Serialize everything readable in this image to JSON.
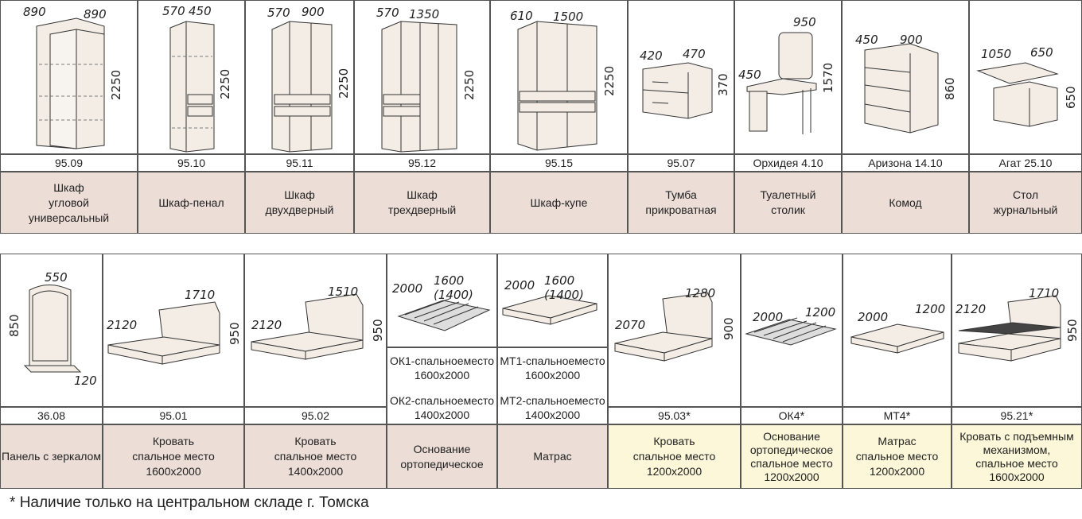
{
  "row1": [
    {
      "code": "95.09",
      "name": "Шкаф\nугловой\nуниверсальный",
      "d1": "890",
      "d2": "890",
      "h": "2250",
      "icon": "corner-wardrobe-icon"
    },
    {
      "code": "95.10",
      "name": "Шкаф-пенал",
      "d1": "570",
      "d2": "450",
      "h": "2250",
      "icon": "narrow-wardrobe-icon"
    },
    {
      "code": "95.11",
      "name": "Шкаф\nдвухдверный",
      "d1": "570",
      "d2": "900",
      "h": "2250",
      "icon": "two-door-wardrobe-icon"
    },
    {
      "code": "95.12",
      "name": "Шкаф\nтрехдверный",
      "d1": "570",
      "d2": "1350",
      "h": "2250",
      "icon": "three-door-wardrobe-icon"
    },
    {
      "code": "95.15",
      "name": "Шкаф-купе",
      "d1": "610",
      "d2": "1500",
      "h": "2250",
      "icon": "sliding-wardrobe-icon"
    },
    {
      "code": "95.07",
      "name": "Тумба\nприкроватная",
      "d1": "420",
      "d2": "470",
      "h": "370",
      "icon": "nightstand-icon"
    },
    {
      "code": "Орхидея 4.10",
      "name": "Туалетный\nстолик",
      "d1": "450",
      "d2": "950",
      "h": "1570",
      "icon": "dressing-table-icon"
    },
    {
      "code": "Аризона 14.10",
      "name": "Комод",
      "d1": "450",
      "d2": "900",
      "h": "860",
      "icon": "chest-of-drawers-icon"
    },
    {
      "code": "Агат 25.10",
      "name": "Стол\nжурнальный",
      "d1": "1050",
      "d2": "650",
      "h": "650",
      "icon": "coffee-table-icon"
    }
  ],
  "row2": {
    "mirror": {
      "code": "36.08",
      "name": "Панель с зеркалом",
      "w": "550",
      "h": "850",
      "d": "120",
      "icon": "mirror-panel-icon"
    },
    "bed1": {
      "code": "95.01",
      "name": "Кровать\nспальное место\n1600x2000",
      "l": "2120",
      "w": "1710",
      "h": "950",
      "icon": "bed-icon"
    },
    "bed2": {
      "code": "95.02",
      "name": "Кровать\nспальное место\n1400x2000",
      "l": "2120",
      "w": "1510",
      "h": "950",
      "icon": "bed-icon"
    },
    "base": {
      "name": "Основание\nортопедическое",
      "d1": "2000",
      "d2": "1600 (1400)",
      "opt1": "ОК1-спальноеместо\n1600x2000",
      "opt2": "ОК2-спальноеместо\n1400x2000",
      "icon": "slatted-base-icon"
    },
    "mattress": {
      "name": "Матрас",
      "d1": "2000",
      "d2": "1600 (1400)",
      "opt1": "МТ1-спальноеместо\n1600x2000",
      "opt2": "МТ2-спальноеместо\n1400x2000",
      "icon": "mattress-icon"
    },
    "bed3": {
      "code": "95.03",
      "star": "*",
      "name": "Кровать\nспальное место\n1200x2000",
      "l": "2070",
      "w": "1280",
      "h": "900",
      "icon": "bed-icon"
    },
    "base4": {
      "code": "ОК4",
      "star": "*",
      "name": "Основание\nортопедическое\nспальное место\n1200x2000",
      "d1": "2000",
      "d2": "1200",
      "icon": "slatted-base-icon"
    },
    "mattress4": {
      "code": "МТ4",
      "star": "*",
      "name": "Матрас\nспальное место\n1200x2000",
      "d1": "2000",
      "d2": "1200",
      "icon": "mattress-icon"
    },
    "bed4": {
      "code": "95.21",
      "star": "*",
      "name": "Кровать с подъемным\nмеханизмом,\nспальное место\n1600x2000",
      "l": "2120",
      "w": "1710",
      "h": "950",
      "icon": "lift-bed-icon"
    }
  },
  "footnote": {
    "star": "*",
    "text": "Наличие только на центральном складе г. Томска"
  }
}
